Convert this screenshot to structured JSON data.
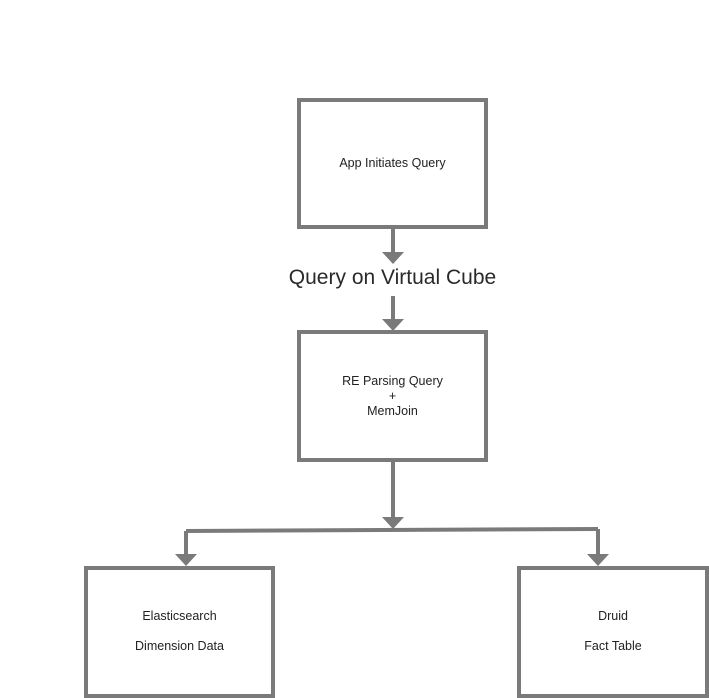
{
  "diagram": {
    "nodes": {
      "app": {
        "label": "App Initiates Query"
      },
      "re": {
        "line1": "RE Parsing Query",
        "line2": "+",
        "line3": "MemJoin"
      },
      "elasticsearch": {
        "line1": "Elasticsearch",
        "line2": "Dimension Data"
      },
      "druid": {
        "line1": "Druid",
        "line2": "Fact Table"
      }
    },
    "edge_label": "Query on Virtual Cube",
    "colors": {
      "stroke": "#7a7a7a",
      "text": "#222222",
      "background": "#ffffff"
    }
  }
}
